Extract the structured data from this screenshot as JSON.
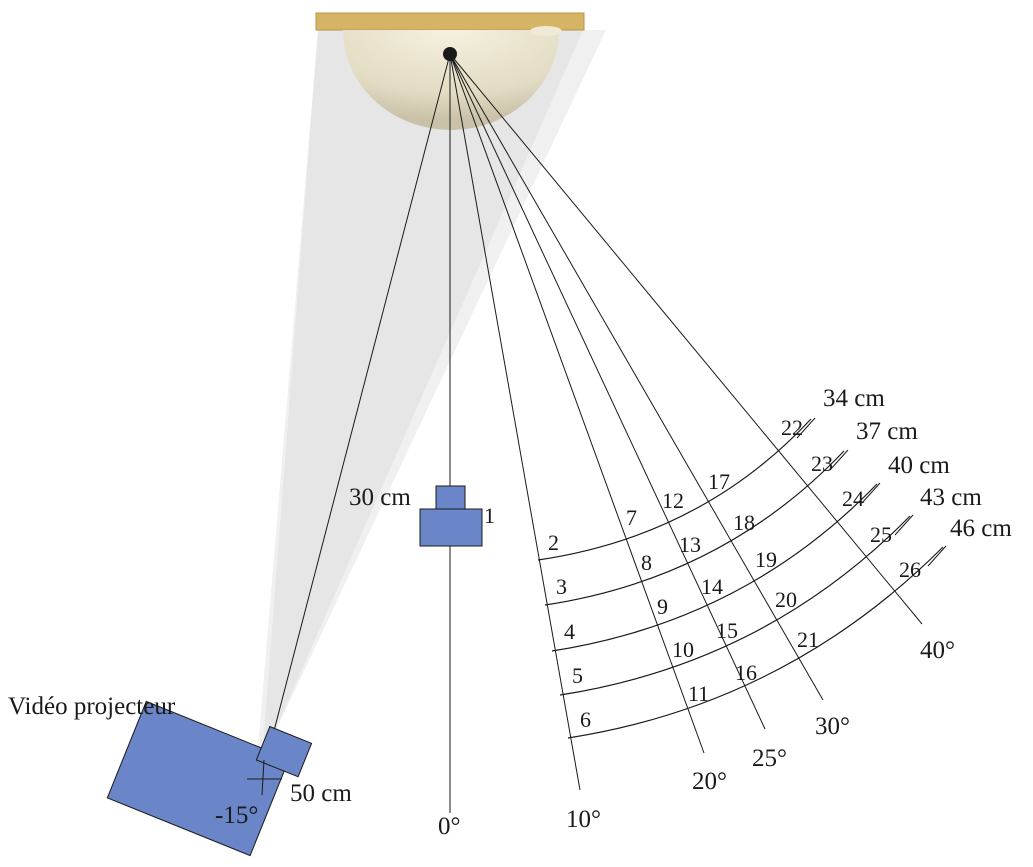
{
  "source_label": "Vidéo projecteur",
  "angle_labels": [
    "-15°",
    "0°",
    "10°",
    "20°",
    "25°",
    "30°",
    "40°"
  ],
  "distance_labels": [
    "30 cm",
    "34 cm",
    "37 cm",
    "40 cm",
    "43 cm",
    "46 cm",
    "50 cm"
  ],
  "positions": [
    "1",
    "2",
    "3",
    "4",
    "5",
    "6",
    "7",
    "8",
    "9",
    "10",
    "11",
    "12",
    "13",
    "14",
    "15",
    "16",
    "17",
    "18",
    "19",
    "20",
    "21",
    "22",
    "23",
    "24",
    "25",
    "26"
  ],
  "colors": {
    "camera": "#6a86c8",
    "ceiling": "#d6b466",
    "dome": "#ede6d0",
    "beam": "#e4e4e4"
  }
}
